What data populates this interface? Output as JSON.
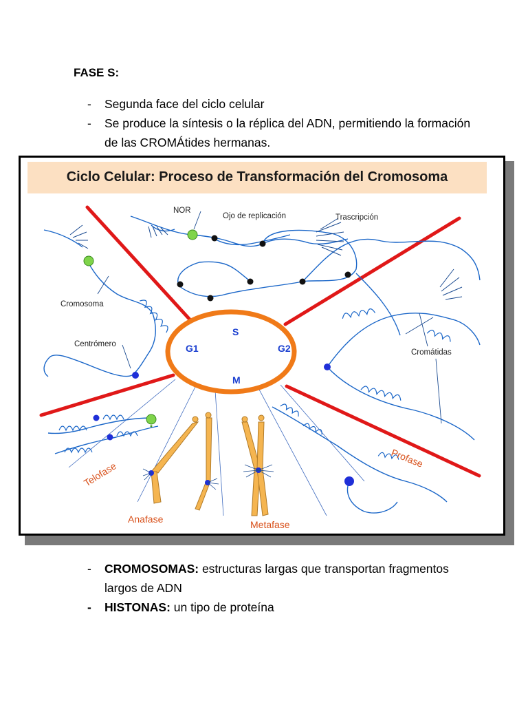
{
  "heading": "FASE S:",
  "intro_bullets": [
    {
      "dash": "-",
      "text": "Segunda face del ciclo celular"
    },
    {
      "dash": "-",
      "text": "Se produce la síntesis o la réplica del ADN, permitiendo la formación de las CROMÁtides hermanas."
    }
  ],
  "figure": {
    "title": "Ciclo Celular: Proceso de Transformación del Cromosoma",
    "phases": {
      "s": "S",
      "g1": "G1",
      "g2": "G2",
      "m": "M"
    },
    "labels": {
      "nor": "NOR",
      "ojo": "Ojo de replicación",
      "trascripcion": "Trascripción",
      "cromosoma": "Cromosoma",
      "centromero": "Centrómero",
      "cromatidas": "Cromátidas",
      "telofase": "Telofase",
      "anafase": "Anafase",
      "metafase": "Metafase",
      "profase": "Profase"
    },
    "colors": {
      "divider": "#e01818",
      "ring": "#f07a18",
      "strand": "#1a66c8",
      "phase_text": "#1a3fd0",
      "phase_name": "#d8501a",
      "chromosome": "#f5b550",
      "nor_dot": "#7fd44a"
    }
  },
  "bottom_bullets": [
    {
      "dash": "-",
      "term": "CROMOSOMAS:",
      "text": " estructuras largas que transportan fragmentos largos de ADN"
    },
    {
      "dash": "-",
      "term": "HISTONAS:",
      "text": " un tipo de proteína"
    }
  ]
}
